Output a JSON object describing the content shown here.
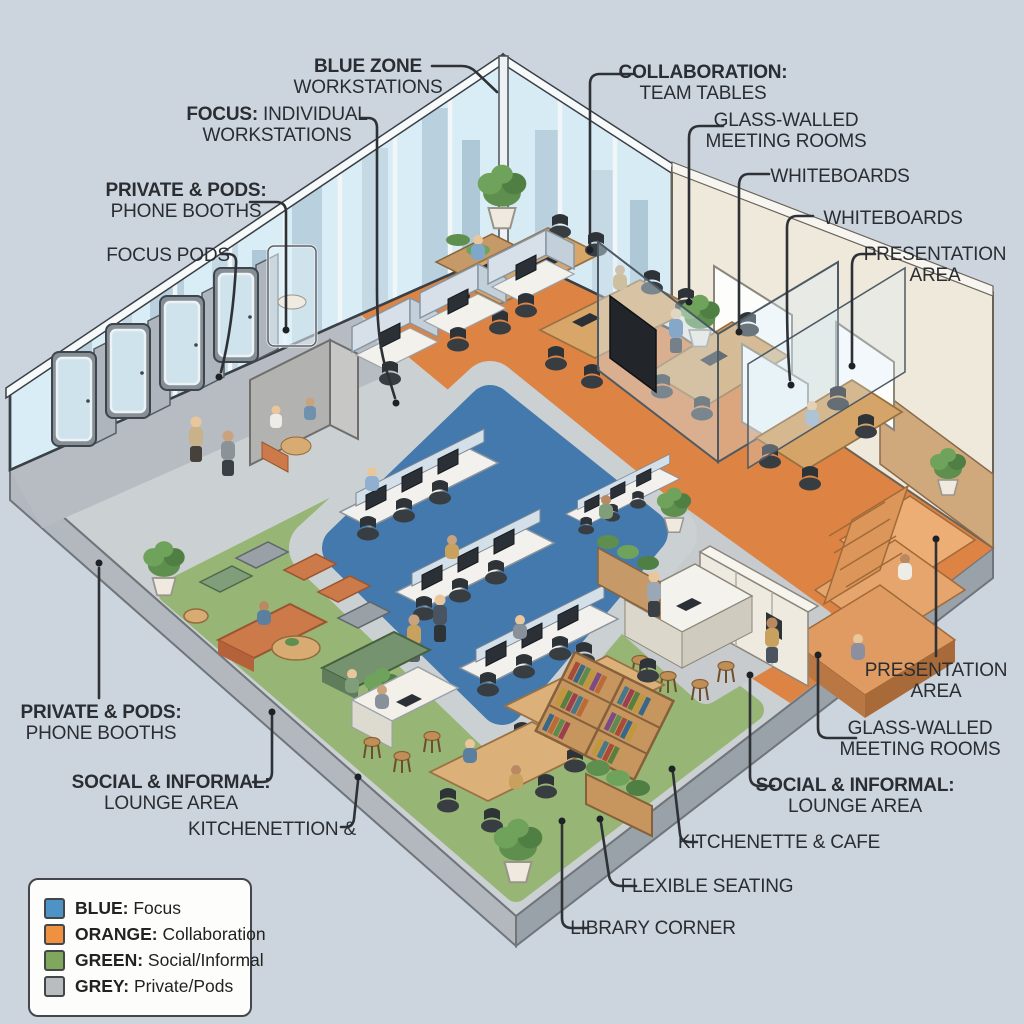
{
  "labels": {
    "blue_zone": {
      "bold": "BLUE ZONE",
      "rest": "",
      "line2": "WORKSTATIONS"
    },
    "collaboration": {
      "bold": "COLLABORATION:",
      "rest": "",
      "line2": "TEAM TABLES"
    },
    "focus_individual": {
      "bold": "FOCUS:",
      "rest": " INDIVIDUAL",
      "line2": "WORKSTATIONS"
    },
    "private_pods_top": {
      "bold": "PRIVATE & PODS:",
      "rest": "",
      "line2": "PHONE BOOTHS"
    },
    "focus_pods": {
      "bold": "",
      "rest": "FOCUS PODS",
      "line2": ""
    },
    "glass_walled_top": {
      "bold": "",
      "rest": "GLASS-WALLED",
      "line2": "MEETING ROOMS"
    },
    "whiteboards_1": {
      "bold": "",
      "rest": "WHITEBOARDS",
      "line2": ""
    },
    "whiteboards_2": {
      "bold": "",
      "rest": "WHITEBOARDS",
      "line2": ""
    },
    "presentation_top": {
      "bold": "",
      "rest": "PRESENTATION",
      "line2": "AREA"
    },
    "private_pods_bottom": {
      "bold": "PRIVATE & PODS:",
      "rest": "",
      "line2": "PHONE BOOTHS"
    },
    "social_informal_left": {
      "bold": "SOCIAL & INFORMAL:",
      "rest": "",
      "line2": "LOUNGE AREA"
    },
    "kitchenettion": {
      "bold": "",
      "rest": "KITCHENETTION &",
      "line2": ""
    },
    "presentation_bottom": {
      "bold": "",
      "rest": "PRESENTATION",
      "line2": "AREA"
    },
    "glass_walled_bottom": {
      "bold": "",
      "rest": "GLASS-WALLED",
      "line2": "MEETING ROOMS"
    },
    "social_informal_right": {
      "bold": "SOCIAL & INFORMAL:",
      "rest": "",
      "line2": "LOUNGE AREA"
    },
    "kitchenette_cafe": {
      "bold": "",
      "rest": "KITCHENETTE & CAFE",
      "line2": ""
    },
    "flexible_seating": {
      "bold": "",
      "rest": "FLEXIBLE SEATING",
      "line2": ""
    },
    "library_corner": {
      "bold": "",
      "rest": "LIBRARY CORNER",
      "line2": ""
    }
  },
  "legend": {
    "items": [
      {
        "name": "BLUE:",
        "desc": " Focus",
        "color": "#4e93c6"
      },
      {
        "name": "ORANGE:",
        "desc": " Collaboration",
        "color": "#ef913e"
      },
      {
        "name": "GREEN:",
        "desc": " Social/Informal",
        "color": "#7fa85c"
      },
      {
        "name": "GREY:",
        "desc": " Private/Pods",
        "color": "#b9bdbe"
      }
    ]
  },
  "zone_colors": {
    "focus_floor": "#4479ad",
    "collaboration_floor": "#dd8344",
    "social_floor": "#97b574",
    "private_floor": "#b7bcc2",
    "walkway": "#cbd0d3",
    "background": "#ccd5de"
  }
}
